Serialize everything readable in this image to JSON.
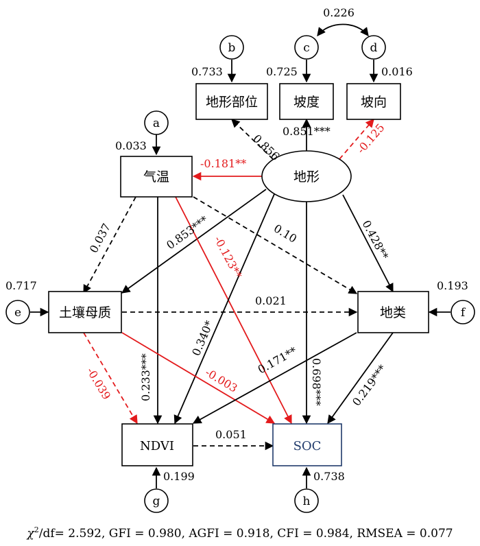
{
  "nodes": {
    "terrain_position": "地形部位",
    "slope": "坡度",
    "aspect": "坡向",
    "terrain": "地形",
    "temperature": "气温",
    "parent_material": "土壤母质",
    "land_use": "地类",
    "ndvi": "NDVI",
    "soc": "SOC"
  },
  "errors": {
    "a": "a",
    "b": "b",
    "c": "c",
    "d": "d",
    "e": "e",
    "f": "f",
    "g": "g",
    "h": "h"
  },
  "r2": {
    "a": "0.033",
    "b": "0.733",
    "c": "0.725",
    "d": "0.016",
    "e": "0.717",
    "f": "0.193",
    "g": "0.199",
    "h": "0.738"
  },
  "paths": {
    "cd_cov": "0.226",
    "terrain_position": "0.856",
    "slope": "0.851***",
    "aspect": "-0.125",
    "temperature": "-0.181**",
    "terrain_parent": "0.853***",
    "temp_parent": "0.037",
    "temp_landuse": "0.10",
    "terrain_landuse": "0.428**",
    "parent_landuse": "0.021",
    "temp_soc": "-0.123**",
    "terrain_ndvi": "0.340*",
    "temp_ndvi": "0.233***",
    "parent_ndvi": "-0.039",
    "parent_soc": "-0.003",
    "landuse_ndvi": "0.171**",
    "terrain_soc": "0.698***",
    "landuse_soc": "0.219***",
    "ndvi_soc": "0.051"
  },
  "fit": {
    "chi": "χ",
    "chi_sup": "2",
    "rest": "/df= 2.592, GFI = 0.980, AGFI = 0.918, CFI = 0.984, RMSEA = 0.077"
  },
  "colors": {
    "positive": "#000000",
    "negative": "#e31a1c",
    "soc_border": "#1f3a6b"
  }
}
